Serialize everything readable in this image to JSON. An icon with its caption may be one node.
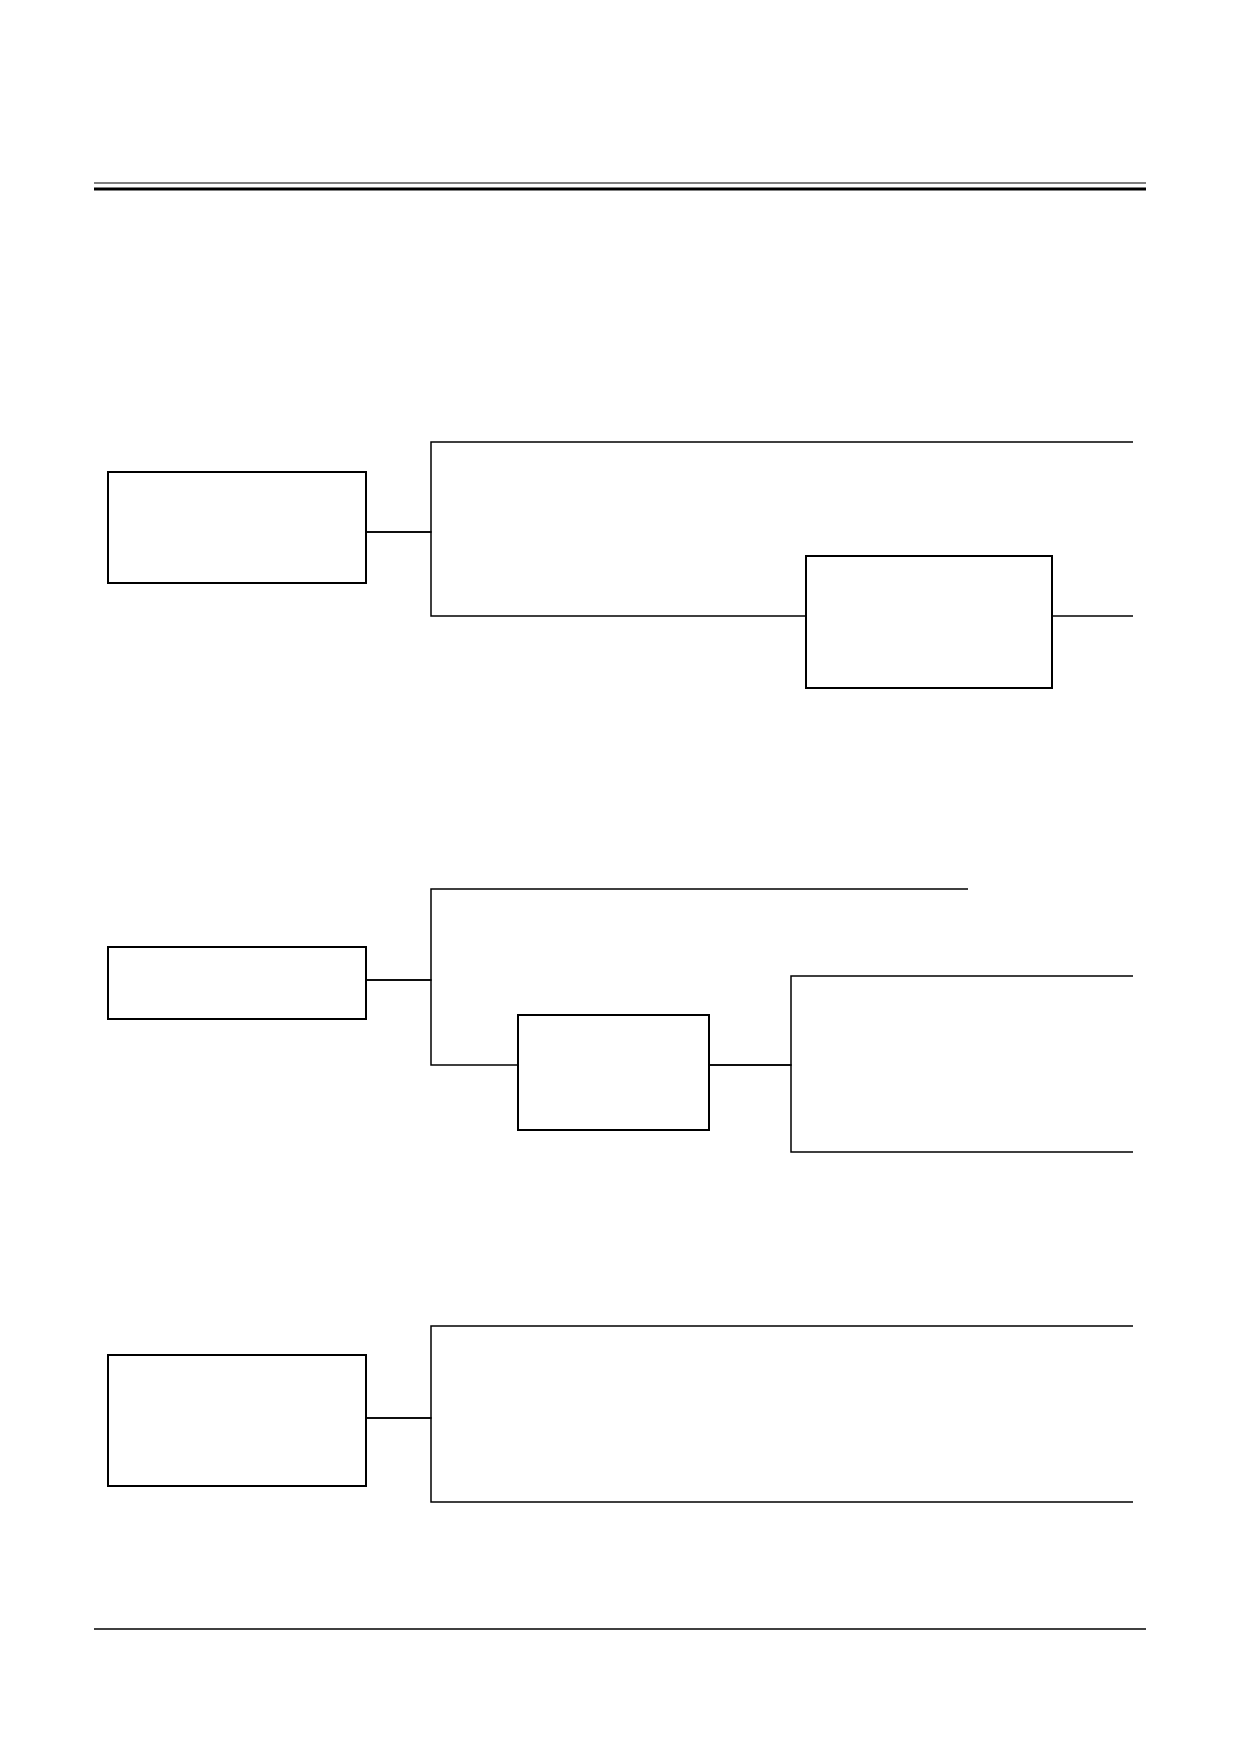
{
  "diagram": {
    "nodes": [
      {
        "text": [],
        "shape": "box"
      },
      {
        "text": [],
        "shape": "box"
      },
      {
        "text": [],
        "shape": "box"
      },
      {
        "text": [],
        "shape": "box"
      },
      {
        "text": [],
        "shape": "box"
      }
    ],
    "edges": [
      {
        "from": 0,
        "to": null,
        "arrow": "none"
      },
      {
        "from": 0,
        "to": 1,
        "arrow": "none"
      },
      {
        "from": 1,
        "to": null,
        "arrow": "none"
      },
      {
        "from": 2,
        "to": null,
        "arrow": "none"
      },
      {
        "from": 2,
        "to": 3,
        "arrow": "none"
      },
      {
        "from": 3,
        "to": null,
        "arrow": "none"
      },
      {
        "from": 3,
        "to": null,
        "arrow": "none"
      },
      {
        "from": 4,
        "to": null,
        "arrow": "none"
      },
      {
        "from": 4,
        "to": null,
        "arrow": "none"
      }
    ]
  }
}
